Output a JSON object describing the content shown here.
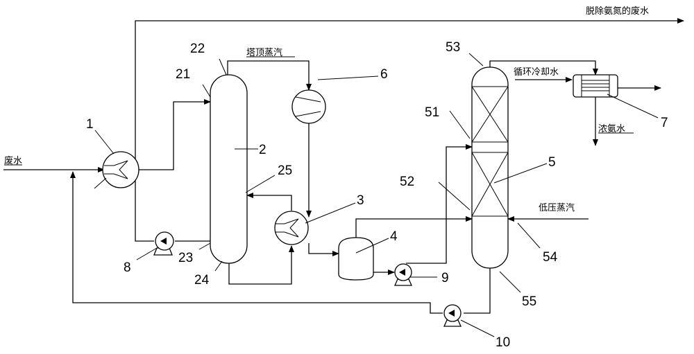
{
  "streams": {
    "waste_water": "废水",
    "treated_water": "脱除氨氮的废水",
    "top_vapor": "塔顶蒸汽",
    "cooling_water": "循环冷却水",
    "low_pressure_steam": "低压蒸汽",
    "strong_ammonia_water": "浓氨水"
  },
  "numbers": {
    "n1": "1",
    "n2": "2",
    "n3": "3",
    "n4": "4",
    "n5": "5",
    "n6": "6",
    "n7": "7",
    "n8": "8",
    "n9": "9",
    "n10": "10",
    "n21": "21",
    "n22": "22",
    "n23": "23",
    "n24": "24",
    "n25": "25",
    "n51": "51",
    "n52": "52",
    "n53": "53",
    "n54": "54",
    "n55": "55"
  }
}
